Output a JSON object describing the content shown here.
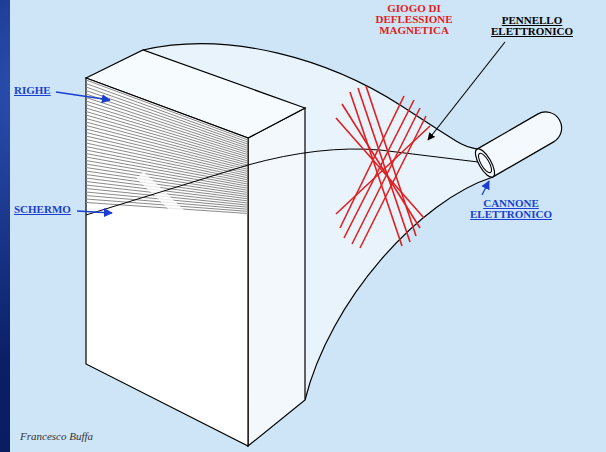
{
  "diagram": {
    "labels": [
      "GIOGO DI DEFLESSIONE MAGNETICA",
      "PENNELLO ELETTRONICO",
      "RIGHE",
      "SCHERMO",
      "CANNONE ELETTRONICO",
      "Francesco Buffa"
    ]
  }
}
